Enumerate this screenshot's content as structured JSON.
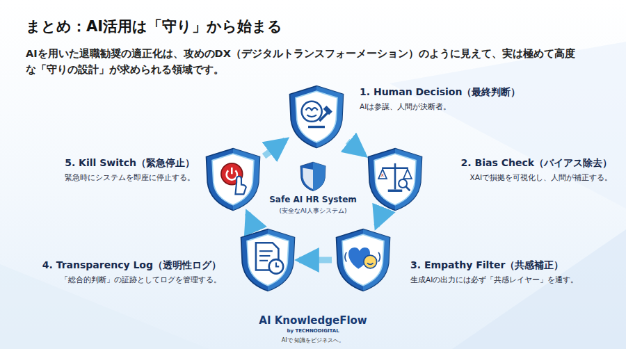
{
  "diagram": {
    "title": "まとめ：AI活用は「守り」から始まる",
    "nodes": [
      {
        "text": [
          "1. Human Decision（最終判断）",
          "AIは参謀、人間が決断者。"
        ]
      },
      {
        "text": [
          "2. Bias Check（バイアス除去）",
          "XAIで損拠を可視化し、人間が補正する。"
        ]
      },
      {
        "text": [
          "3. Empathy Filter（共感補正）",
          "生成AIの出力には必ず「共感レイヤー」を通す。"
        ]
      },
      {
        "text": [
          "4. Transparency Log（透明性ログ）",
          "「総合的判断」の証跡としてログを管理する。"
        ]
      },
      {
        "text": [
          "5. Kill Switch（緊急停止）",
          "緊急時にシステムを即座に停止する。"
        ]
      },
      {
        "text": [
          "Safe AI HR System",
          "(安全なAI人事システム)"
        ]
      }
    ],
    "edges": [
      {
        "from": 0,
        "to": 1,
        "arrow": "to"
      },
      {
        "from": 1,
        "to": 2,
        "arrow": "to"
      },
      {
        "from": 2,
        "to": 3,
        "arrow": "to"
      },
      {
        "from": 3,
        "to": 4,
        "arrow": "to"
      },
      {
        "from": 4,
        "to": 0,
        "arrow": "to"
      }
    ],
    "labels": [
      "AIを用いた退職勧奨の適正化は、攻めのDX（デジタルトランスフォーメーション）のように見えて、実は極めて高度な「守りの設計」が求められる領域です。",
      "AI KnowledgeFlow",
      "by TECHNODIGITAL",
      "AIで 知識をビジネスへ。"
    ]
  }
}
